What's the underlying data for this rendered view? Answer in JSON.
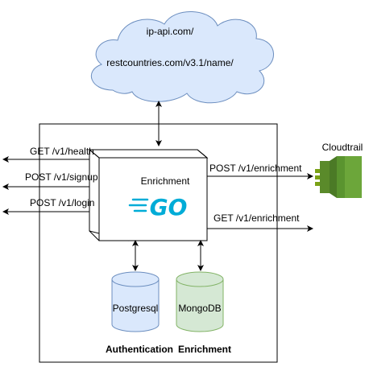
{
  "cloud": {
    "line1": "ip-api.com/",
    "line2": "restcountries.com/v3.1/name/"
  },
  "service": {
    "label": "Enrichment",
    "logo_text": "GO"
  },
  "left_endpoints": [
    {
      "label": "GET /v1/health"
    },
    {
      "label": "POST /v1/signup"
    },
    {
      "label": "POST /v1/login"
    }
  ],
  "right_endpoints": [
    {
      "label": "POST /v1/enrichment"
    },
    {
      "label": "GET /v1/enrichment"
    }
  ],
  "cloudtrail": {
    "label": "Cloudtrail"
  },
  "databases": [
    {
      "label": "Postgresql",
      "caption": "Authentication"
    },
    {
      "label": "MongoDB",
      "caption": "Enrichment"
    }
  ],
  "colors": {
    "cloud_fill": "#dae8fc",
    "cloud_stroke": "#6c8ebf",
    "postgres_fill": "#dae8fc",
    "postgres_stroke": "#6c8ebf",
    "mongo_fill": "#d5e8d4",
    "mongo_stroke": "#82b366",
    "go_blue": "#00acd7",
    "cloudtrail_green": "#6ca63a"
  }
}
